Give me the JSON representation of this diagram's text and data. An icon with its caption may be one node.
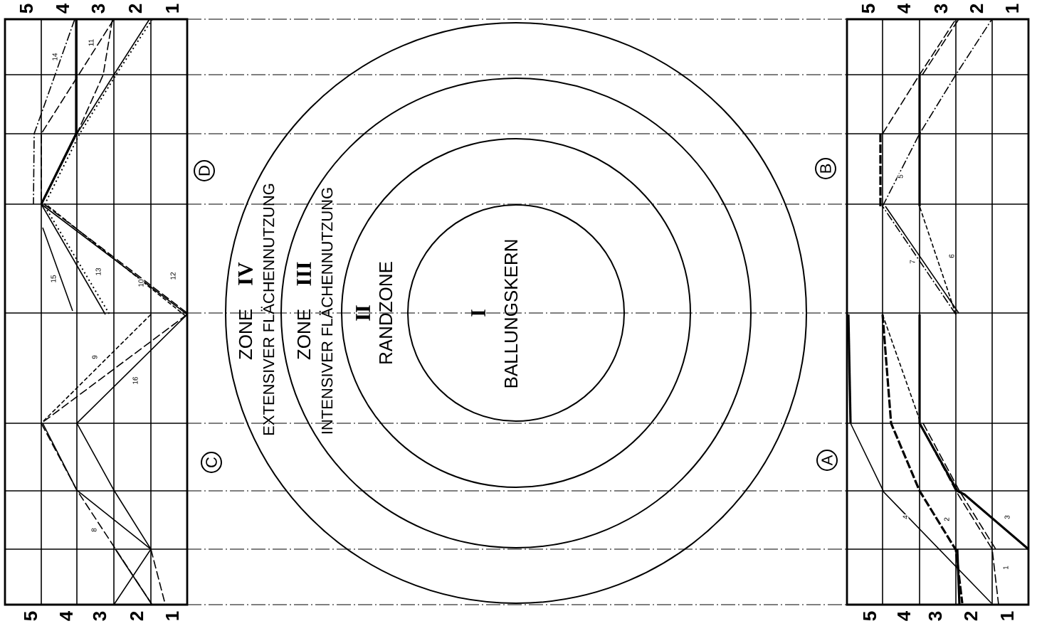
{
  "diagram": {
    "nodes": [
      {
        "text": [
          "ZONE",
          "IV",
          "EXTENSIVER FLÄCHENNUTZUNG"
        ]
      },
      {
        "text": [
          "ZONE",
          "III",
          "INTENSIVER FLÄCHENNUTZUNG"
        ],
        "in": 0
      },
      {
        "text": [
          "II",
          "RANDZONE"
        ],
        "in": 1
      },
      {
        "text": [
          "I",
          "BALLUNGSKERN"
        ],
        "in": 2
      }
    ],
    "labels": [
      "5",
      "4",
      "3",
      "2",
      "1",
      "5",
      "4",
      "3",
      "2",
      "1",
      "14",
      "11",
      "15",
      "13",
      "10",
      "12",
      "D",
      "5",
      "B",
      "6",
      "7",
      "9",
      "16",
      "C",
      "A",
      "4",
      "2",
      "3",
      "8",
      "1",
      "5",
      "4",
      "3",
      "2",
      "1",
      "5",
      "4",
      "3",
      "2",
      "1"
    ]
  }
}
